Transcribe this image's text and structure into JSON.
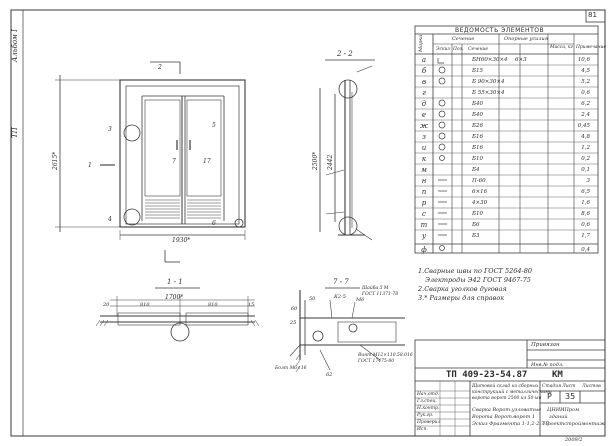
{
  "sheet": {
    "page_number": "81",
    "album_label": "Альбом I",
    "series_label": "ТП",
    "code": "ТП 409-23-54.87",
    "km": "КМ",
    "stage": "Р",
    "sheet_no": "35",
    "corner_code": "2009/2"
  },
  "table": {
    "title": "ВЕДОМОСТЬ ЭЛЕМЕНТОВ",
    "head_mark": "Марка",
    "head_section": "Сечение",
    "head_sketch": "Эскиз",
    "head_pos": "Поз.",
    "head_sec2": "Сечение",
    "head_support": "Опорные усилия",
    "head_mass": "Масса, кг",
    "head_notes": "Примечание",
    "rows": [
      {
        "mark": "а",
        "sec": "БН60×30×4",
        "g": "6×3",
        "m": "10,6"
      },
      {
        "mark": "б",
        "sec": "Б15",
        "m": "4,5"
      },
      {
        "mark": "в",
        "sec": "Б 90×30×4",
        "m": "5,2"
      },
      {
        "mark": "г",
        "sec": "Б 55×30×4",
        "m": "0,6"
      },
      {
        "mark": "д",
        "sec": "Б40",
        "m": "6,2"
      },
      {
        "mark": "е",
        "sec": "Б40",
        "m": "2,4"
      },
      {
        "mark": "ж",
        "sec": "Б26",
        "m": "0,45"
      },
      {
        "mark": "з",
        "sec": "Б16",
        "m": "4,8"
      },
      {
        "mark": "и",
        "sec": "Б16",
        "m": "1,2"
      },
      {
        "mark": "к",
        "sec": "Б10",
        "m": "0,2"
      },
      {
        "mark": "м",
        "sec": "Б4",
        "m": "0,1"
      },
      {
        "mark": "н",
        "sec": "П-60",
        "m": "3"
      },
      {
        "mark": "п",
        "sec": "6×16",
        "m": "6,5"
      },
      {
        "mark": "р",
        "sec": "4×30",
        "m": "1,6"
      },
      {
        "mark": "с",
        "sec": "Б10",
        "m": "8,6"
      },
      {
        "mark": "т",
        "sec": "Б6",
        "m": "0,6"
      },
      {
        "mark": "у",
        "sec": "Б3",
        "m": "1,7"
      },
      {
        "mark": "ф",
        "sec": "",
        "m": "0,4"
      }
    ]
  },
  "notes": {
    "n1a": "1.Сварные швы по ГОСТ 5264-80",
    "n1b": "Электроды Э42 ГОСТ 9467-75",
    "n2": "2.Сварка уголков дуговая",
    "n3": "3.* Размеры для справок"
  },
  "drawing": {
    "sec22": "2 - 2",
    "sec11": "1 - 1",
    "sec77": "7 - 7",
    "dim_height": "2615*",
    "dim_width": "1930*",
    "dim_h2": "2500*",
    "dim_h3": "2442",
    "dim_bottom": "1700*",
    "lbl2": "2",
    "lbl3": "3",
    "lbl4": "4",
    "lbl5": "5",
    "lbl6": "6",
    "lbl7": "7",
    "lbl17": "17",
    "lbl1": "1",
    "d810a": "810",
    "d810b": "810",
    "d20": "20",
    "d15": "15",
    "d50": "50",
    "d25": "25",
    "d60": "60",
    "dk": "К2-5",
    "dm": "М6",
    "dsh": "Шайба 5 М",
    "dgost": "ГОСТ 11371-78",
    "dvint": "Винт М12×110.58.016",
    "dvgost": "ГОСТ 17475-80",
    "dbolt": "Болт М6×16",
    "d62": "62"
  },
  "titleblock": {
    "sign_priv": "Привязан",
    "inv_no": "Инв.№ подл.",
    "descr1": "Щитовой склад из сборных",
    "descr2": "конструкций с металлическими",
    "descr3": "ворота  ворот  2500 из 50-ый",
    "title1": "Сварка  Ворот.узловатые",
    "title2": "Ворота  Ворот.ворот 1",
    "title3": "Эскиз  Фрагмента 1-1,2-2,7-7",
    "org1": "ЦНИИПром",
    "org2": "зданий",
    "org3": "Проектстроймонтаж",
    "stage_hdr": "Стадия",
    "sheet_hdr": "Лист",
    "sheets_hdr": "Листов",
    "roles": [
      "Нач.отд.",
      "Гл.спец.",
      "Н.контр.",
      "Рук.гр.",
      "Проверил",
      "Исп."
    ]
  }
}
